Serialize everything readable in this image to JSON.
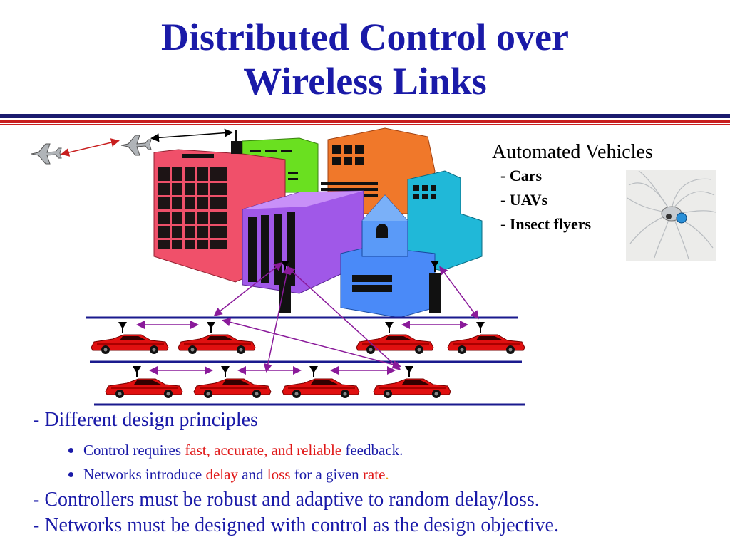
{
  "slide": {
    "title_line1": "Distributed Control over",
    "title_line2": "Wireless Links",
    "vehicles": {
      "heading": "Automated Vehicles",
      "items": [
        "- Cars",
        "- UAVs",
        "- Insect flyers"
      ]
    },
    "bullets": {
      "principles": "- Different design principles",
      "control": {
        "pre": "Control requires ",
        "red": "fast, accurate, and reliable",
        "post": " feedback."
      },
      "networks": {
        "pre": "Networks introduce ",
        "red1": "delay",
        "mid1": " and ",
        "red2": "loss",
        "mid2": " for a given ",
        "red3": "rate",
        "end": "."
      },
      "controllers": "- Controllers must be robust and adaptive to random delay/loss.",
      "networks_design": "- Networks must be designed with control as the design objective."
    }
  },
  "colors": {
    "title_blue": "#1a1aa8",
    "rule_navy": "#1a1a6e",
    "rule_red": "#c81e1e",
    "emphasis_red": "#e01818",
    "emphasis_orange": "#f0a010",
    "arrow_purple": "#8a1a9a",
    "car_red": "#e01010"
  },
  "icons": [
    "airplane-icon",
    "building-icon",
    "antenna-icon",
    "car-icon",
    "insect-robot-icon"
  ]
}
